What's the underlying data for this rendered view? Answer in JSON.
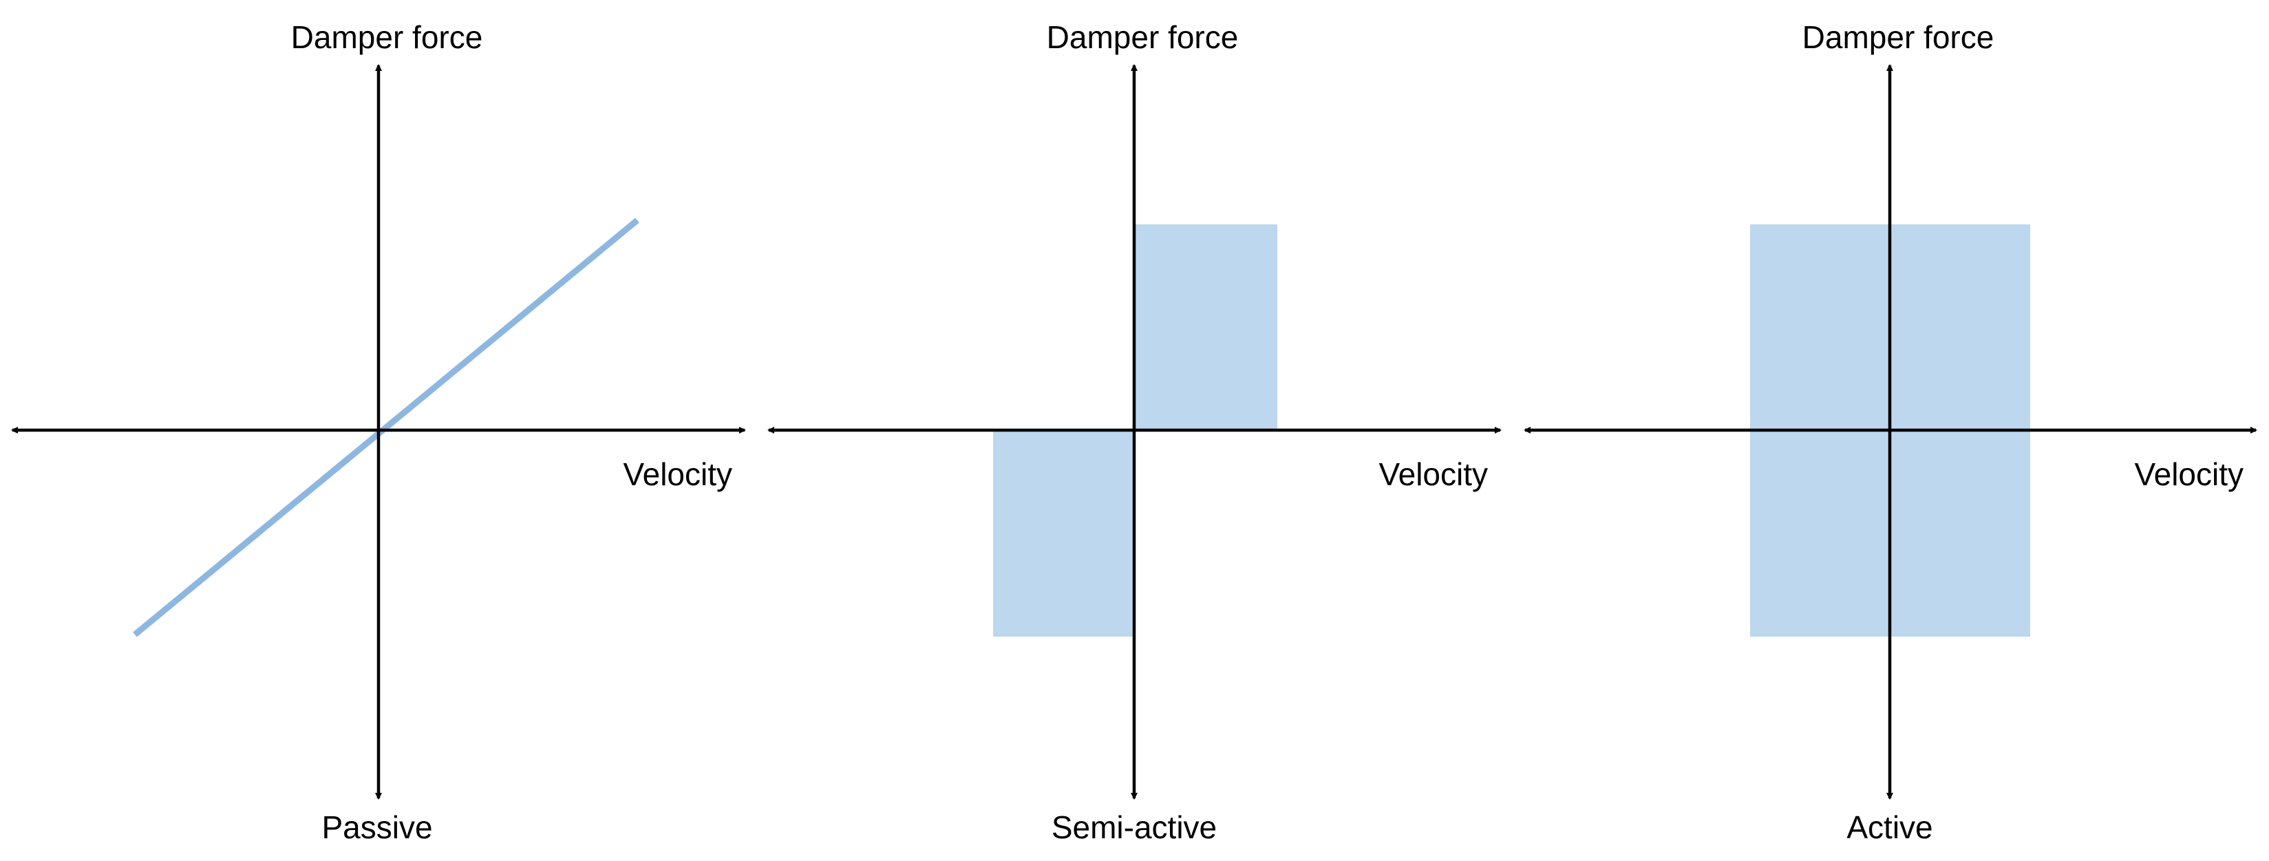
{
  "colors": {
    "axis": "#000000",
    "region": "#bdd7ee",
    "line": "#8db7e0",
    "background": "#ffffff"
  },
  "panels": [
    {
      "name": "passive",
      "y_axis_label": "Damper force",
      "x_axis_label": "Velocity",
      "caption": "Passive",
      "characteristic": "line"
    },
    {
      "name": "semi-active",
      "y_axis_label": "Damper force",
      "x_axis_label": "Velocity",
      "caption": "Semi-active",
      "characteristic": "quadrants-1-and-3"
    },
    {
      "name": "active",
      "y_axis_label": "Damper force",
      "x_axis_label": "Velocity",
      "caption": "Active",
      "characteristic": "all-quadrants"
    }
  ]
}
